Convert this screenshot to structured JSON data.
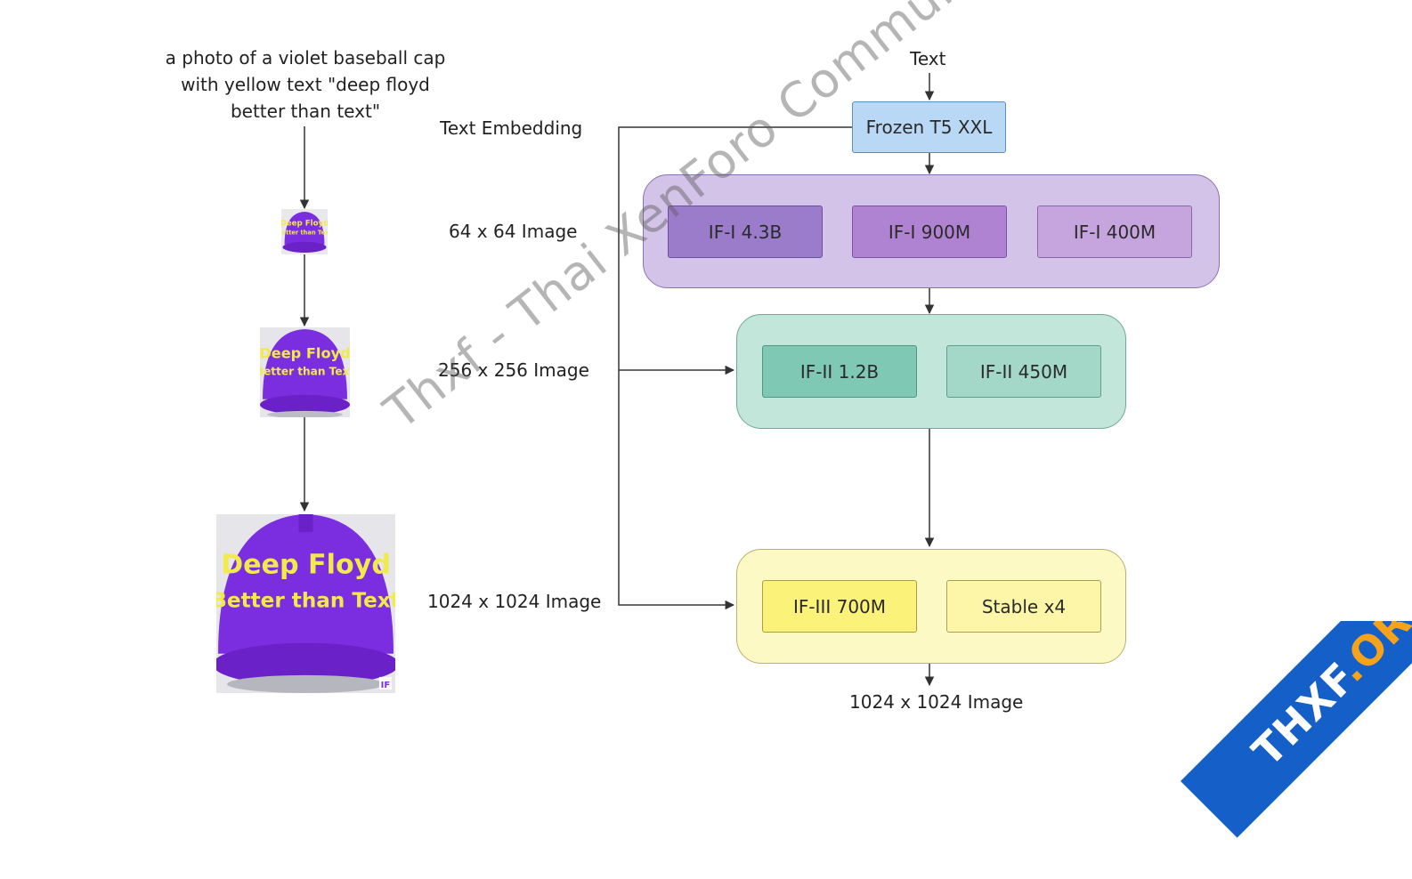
{
  "prompt_text": "a photo of a violet baseball cap with yellow text \"deep floyd better than text\"",
  "stage_labels": {
    "text_embedding": "Text Embedding",
    "img64": "64 x 64 Image",
    "img256": "256 x 256 Image",
    "img1024": "1024 x 1024 Image"
  },
  "pipeline": {
    "input_label": "Text",
    "encoder": "Frozen T5 XXL",
    "stage1": [
      "IF-I 4.3B",
      "IF-I 900M",
      "IF-I 400M"
    ],
    "stage2": [
      "IF-II 1.2B",
      "IF-II 450M"
    ],
    "stage3": [
      "IF-III 700M",
      "Stable x4"
    ],
    "output_label": "1024 x 1024 Image"
  },
  "cap_image": {
    "line1": "Deep Floyd",
    "line2": "Better than Text",
    "mark": "IF"
  },
  "watermark": "Thxf - Thai XenForo Community",
  "badge": {
    "main": "THXF",
    "accent": ".ORG"
  },
  "colors": {
    "encoder": "#b9d8f5",
    "stage1_group": "#d4c3e9",
    "stage2_group": "#c3e6da",
    "stage3_group": "#fdf9c4",
    "cap_violet": "#7b2ee0",
    "cap_text": "#f2ea4a",
    "badge": "#1560c8"
  }
}
